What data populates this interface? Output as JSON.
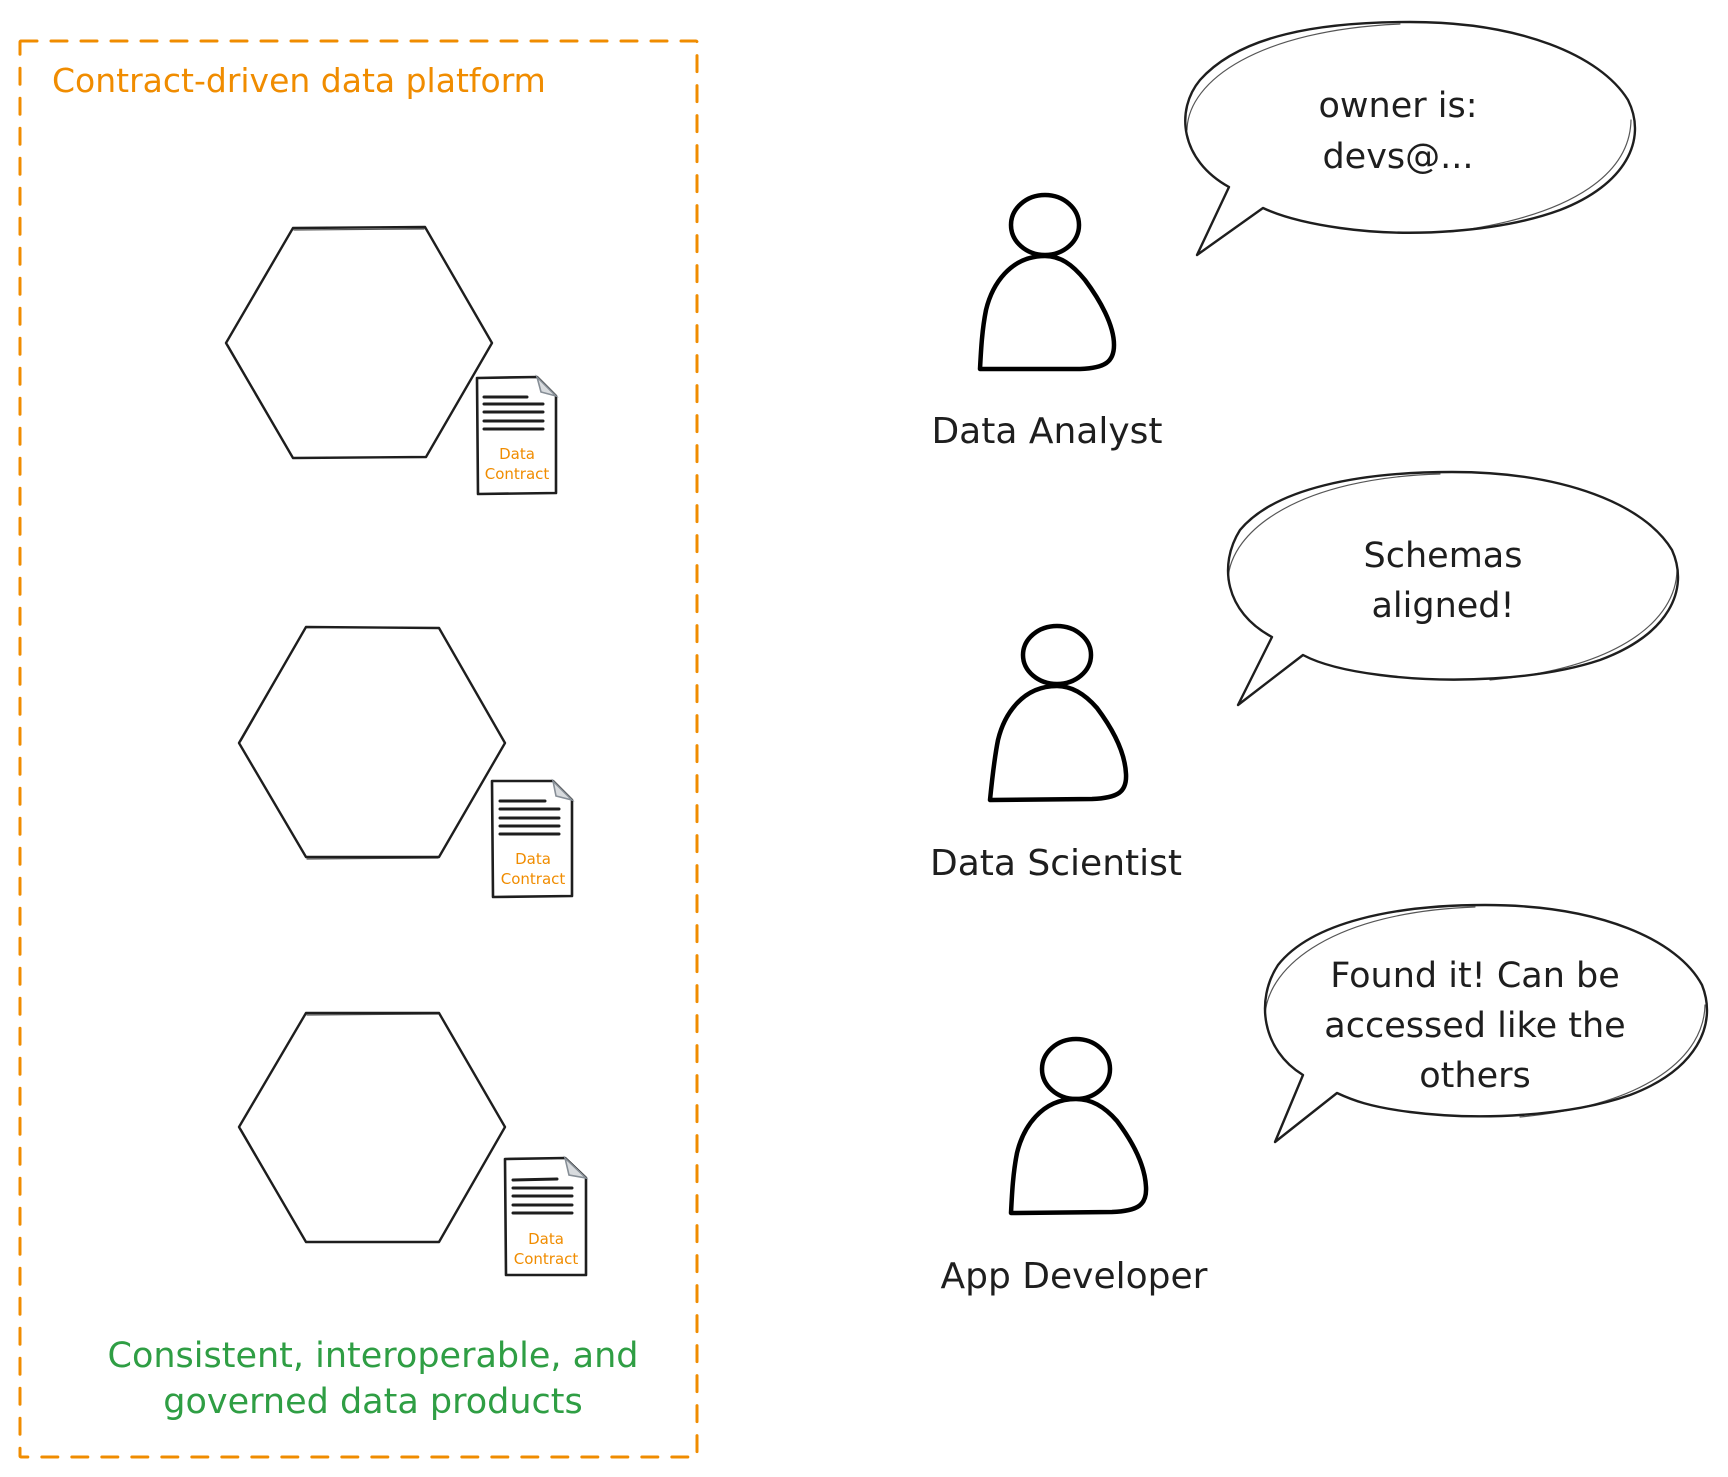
{
  "colors": {
    "frame": "#f08c00",
    "title": "#f08c00",
    "footer": "#2f9e44",
    "stroke": "#1e1e1e",
    "doc_label": "#f08c00"
  },
  "platform": {
    "title": "Contract-driven data platform",
    "footer_lines": [
      "Consistent, interoperable, and",
      "governed data products"
    ],
    "data_products": [
      {
        "shape": "hexagon",
        "doc_icon": "document-icon",
        "doc_label_lines": [
          "Data",
          "Contract"
        ]
      },
      {
        "shape": "hexagon",
        "doc_icon": "document-icon",
        "doc_label_lines": [
          "Data",
          "Contract"
        ]
      },
      {
        "shape": "hexagon",
        "doc_icon": "document-icon",
        "doc_label_lines": [
          "Data",
          "Contract"
        ]
      }
    ]
  },
  "personas": [
    {
      "icon": "person-icon",
      "label": "Data Analyst",
      "speech_lines": [
        "owner is:",
        "devs@..."
      ]
    },
    {
      "icon": "person-icon",
      "label": "Data Scientist",
      "speech_lines": [
        "Schemas",
        "aligned!"
      ]
    },
    {
      "icon": "person-icon",
      "label": "App Developer",
      "speech_lines": [
        "Found it! Can be",
        "accessed like the",
        "others"
      ]
    }
  ]
}
